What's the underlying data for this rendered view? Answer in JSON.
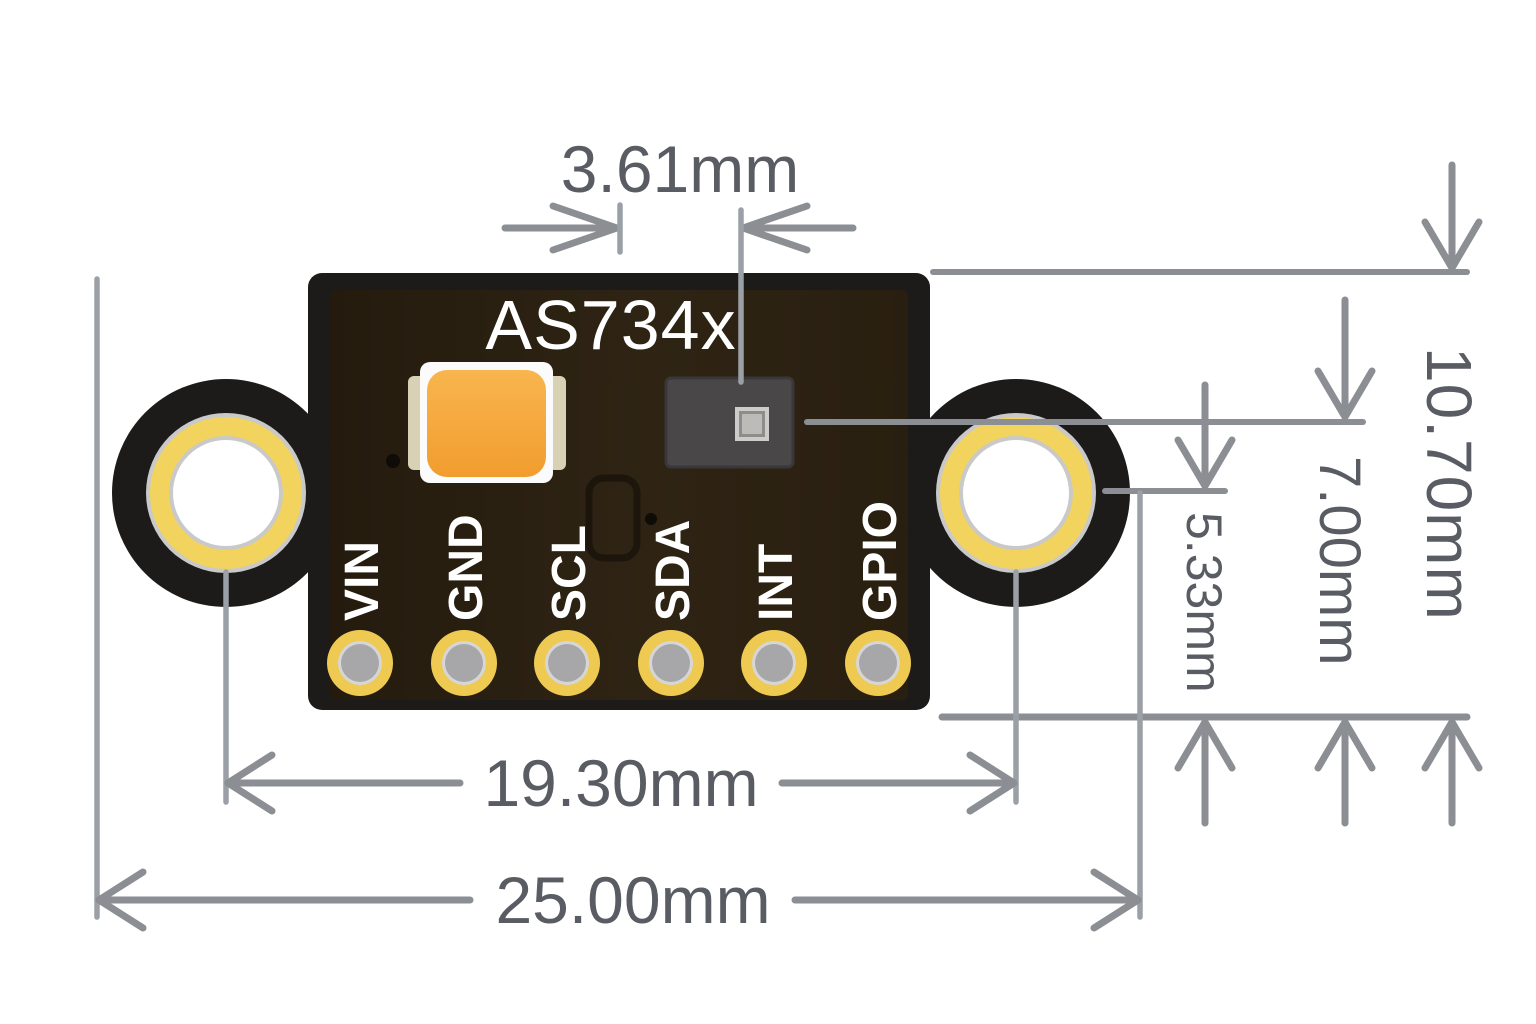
{
  "board": {
    "chip_label": "AS734x",
    "pins": [
      "VIN",
      "GND",
      "SCL",
      "SDA",
      "INT",
      "GPIO"
    ]
  },
  "dims": {
    "sensor_offset_x": "3.61mm",
    "board_height": "10.70mm",
    "sensor_center_height": "7.00mm",
    "hole_center_height": "5.33mm",
    "hole_pitch": "19.30mm",
    "board_width": "25.00mm"
  },
  "colors": {
    "dim_line": "#8b8e93",
    "ext_line": "#9aa0a6",
    "dim_text": "#595d63",
    "board_black": "#1c1b19",
    "pcb_brown_dark": "#241b0e",
    "pcb_brown": "#2f2414",
    "ring_yellow": "#f2d35e",
    "pad_yellow": "#eeca52",
    "pad_gray": "#a7a7aa",
    "silver": "#c9c9c9",
    "led_white": "#fbfbfb",
    "led_orange_light": "#f9b54e",
    "led_orange": "#f19d2e",
    "electrode_beige": "#d9d1b4",
    "sensor_gray": "#4a4749",
    "label_white": "#ffffff"
  }
}
